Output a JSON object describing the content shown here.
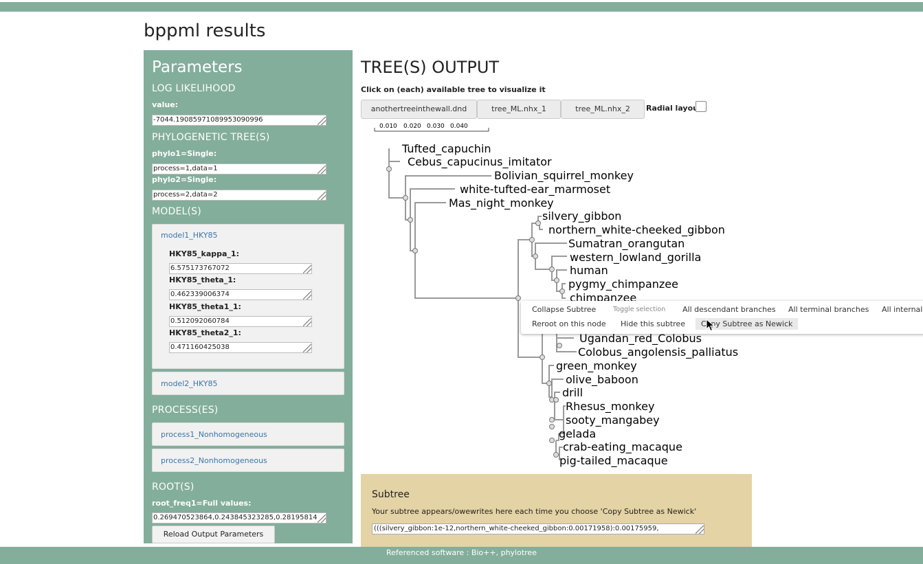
{
  "page": {
    "title": "bppml results"
  },
  "params": {
    "heading": "Parameters",
    "log_likelihood": {
      "section": "LOG LIKELIHOOD",
      "label": "value:",
      "value": "-7044.19085971089953090996"
    },
    "phylo": {
      "section": "PHYLOGENETIC TREE(S)",
      "items": [
        {
          "label": "phylo1=Single:",
          "value": "process=1,data=1"
        },
        {
          "label": "phylo2=Single:",
          "value": "process=2,data=2"
        }
      ]
    },
    "model": {
      "section": "MODEL(S)",
      "model1": {
        "name": "model1_HKY85",
        "params": [
          {
            "label": "HKY85_kappa_1:",
            "value": "6.575173767072"
          },
          {
            "label": "HKY85_theta_1:",
            "value": "0.462339006374"
          },
          {
            "label": "HKY85_theta1_1:",
            "value": "0.512092060784"
          },
          {
            "label": "HKY85_theta2_1:",
            "value": "0.471160425038"
          }
        ]
      },
      "model2": {
        "name": "model2_HKY85"
      }
    },
    "process": {
      "section": "PROCESS(ES)",
      "items": [
        "process1_Nonhomogeneous",
        "process2_Nonhomogeneous"
      ]
    },
    "root": {
      "section": "ROOT(S)",
      "label": "root_freq1=Full values:",
      "value": "0.269470523864,0.243845323285,0.28195814"
    },
    "reload_label": "Reload Output Parameters"
  },
  "output": {
    "title": "TREE(S) OUTPUT",
    "hint": "Click on (each) available tree to visualize it",
    "tabs": [
      "anothertreeinthewall.dnd",
      "tree_ML.nhx_1",
      "tree_ML.nhx_2"
    ],
    "radial_label": "Radial layout",
    "scale_ticks": [
      "0.010",
      "0.020",
      "0.030",
      "0.040"
    ],
    "leaves": [
      "Tufted_capuchin",
      "Cebus_capucinus_imitator",
      "Bolivian_squirrel_monkey",
      "white-tufted-ear_marmoset",
      "Mas_night_monkey",
      "silvery_gibbon",
      "northern_white-cheeked_gibbon",
      "Sumatran_orangutan",
      "western_lowland_gorilla",
      "human",
      "pygmy_chimpanzee",
      "chimpanzee",
      "Ugandan_red_Colobus",
      "Colobus_angolensis_palliatus",
      "green_monkey",
      "olive_baboon",
      "drill",
      "Rhesus_monkey",
      "sooty_mangabey",
      "gelada",
      "crab-eating_macaque",
      "pig-tailed_macaque"
    ]
  },
  "context_menu": {
    "row1": [
      "Collapse Subtree",
      "Toggle selection",
      "All descendant branches",
      "All terminal branches",
      "All internal b"
    ],
    "row2": [
      "Reroot on this node",
      "Hide this subtree",
      "Copy Subtree as Newick"
    ]
  },
  "subtree": {
    "title": "Subtree",
    "description": "Your subtree appears/owewrites here each time you choose 'Copy Subtree as Newick'",
    "value": "(((silvery_gibbon:1e-12,northern_white-cheeked_gibbon:0.00171958):0.00175959,"
  },
  "footer": {
    "text": "Referenced software : Bio++, phylotree"
  },
  "colors": {
    "accent": "#83ae9b",
    "subtree_bg": "#e4d3a4",
    "link": "#3a75a8",
    "branch": "#999999"
  }
}
